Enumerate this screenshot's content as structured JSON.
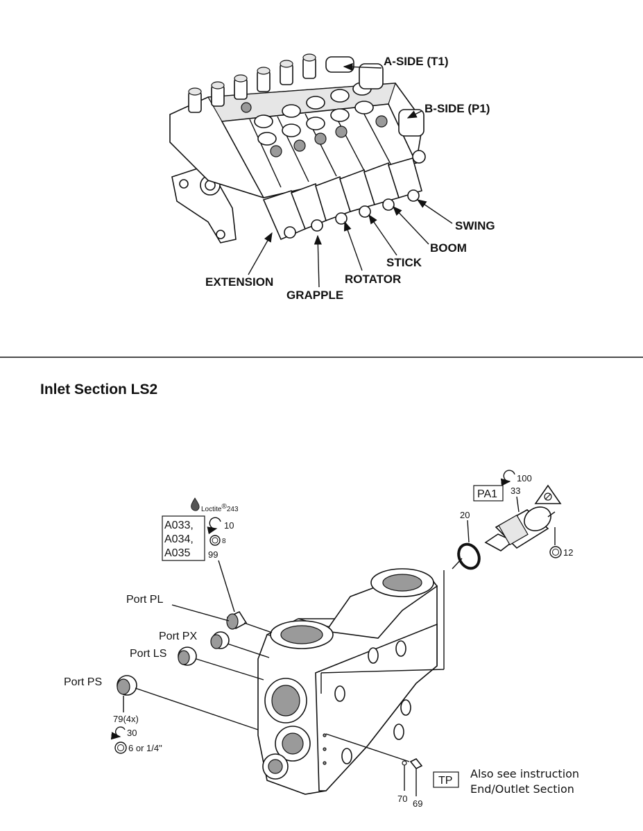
{
  "valve_assembly": {
    "labels": {
      "a_side": "A-SIDE (T1)",
      "b_side": "B-SIDE (P1)",
      "swing": "SWING",
      "boom": "BOOM",
      "stick": "STICK",
      "rotator": "ROTATOR",
      "extension": "EXTENSION",
      "grapple": "GRAPPLE"
    }
  },
  "inlet_section": {
    "title": "Inlet Section LS2",
    "loctite": {
      "text": "Loctite",
      "reg": "®",
      "grade": "243"
    },
    "parts_box": [
      "A033,",
      "A034,",
      "A035"
    ],
    "torque_10": "10",
    "seal_8": "8",
    "item_99": "99",
    "port_pl": "Port PL",
    "port_px": "Port PX",
    "port_ls": "Port LS",
    "port_ps": "Port PS",
    "item_79": "79(4x)",
    "torque_30": "30",
    "seal_6": "6 or 1/4\"",
    "pa1": "PA1",
    "torque_100": "100",
    "item_33": "33",
    "item_20": "20",
    "seal_12": "12",
    "tp": "TP",
    "note_line1": "Also see instruction",
    "note_line2": "End/Outlet Section",
    "item_70": "70",
    "item_69": "69"
  }
}
